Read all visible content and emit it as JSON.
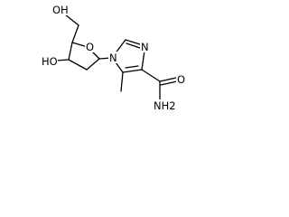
{
  "molecule": {
    "labels": {
      "hydroxymethyl_oh": "OH",
      "ring_oxygen": "O",
      "ring_hydroxyl": "HO",
      "imidazole_n1": "N",
      "imidazole_n3": "N",
      "carbonyl_oxygen": "O",
      "amide_nh2": "NH2"
    }
  }
}
